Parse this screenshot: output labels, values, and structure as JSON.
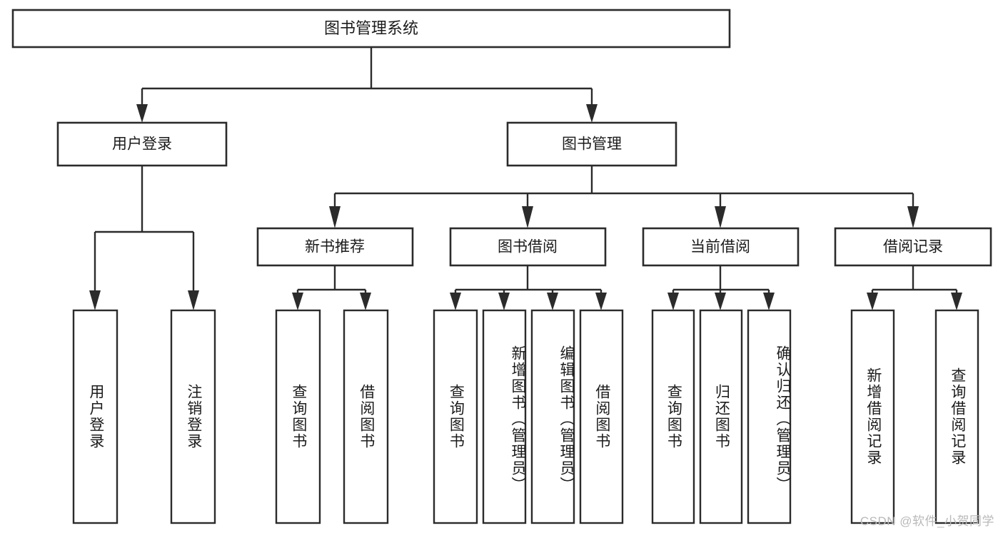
{
  "diagram": {
    "type": "tree-hierarchy-chart",
    "title": "图书管理系统",
    "watermark": "CSDN @软件_小贺同学",
    "colors": {
      "stroke": "#2b2b2b",
      "fill": "#ffffff",
      "text": "#1b1b1b",
      "watermark": "#b9b9b9"
    },
    "root": {
      "label": "图书管理系统"
    },
    "level2": [
      {
        "label": "用户登录"
      },
      {
        "label": "图书管理"
      }
    ],
    "level3": [
      {
        "label": "新书推荐"
      },
      {
        "label": "图书借阅"
      },
      {
        "label": "当前借阅"
      },
      {
        "label": "借阅记录"
      }
    ],
    "leaves": {
      "user_login": [
        {
          "label": "用户登录"
        },
        {
          "label": "注销登录"
        }
      ],
      "new_book_rec": [
        {
          "label": "查询图书"
        },
        {
          "label": "借阅图书"
        }
      ],
      "book_borrow": [
        {
          "label": "查询图书"
        },
        {
          "label": "新增图书（管理员）"
        },
        {
          "label": "编辑图书（管理员）"
        },
        {
          "label": "借阅图书"
        }
      ],
      "current_borrow": [
        {
          "label": "查询图书"
        },
        {
          "label": "归还图书"
        },
        {
          "label": "确认归还（管理员）"
        }
      ],
      "borrow_record": [
        {
          "label": "新增借阅记录"
        },
        {
          "label": "查询借阅记录"
        }
      ]
    }
  }
}
